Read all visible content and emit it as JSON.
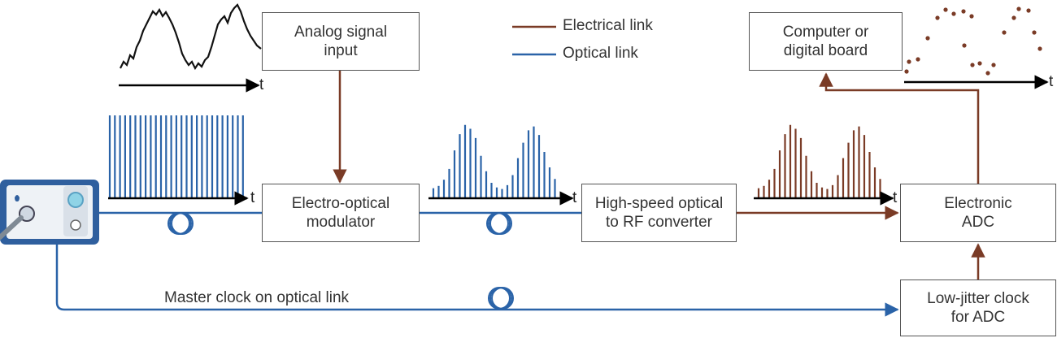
{
  "boxes": {
    "analog_input": "Analog signal\ninput",
    "computer": "Computer or\ndigital board",
    "eo_modulator": "Electro-optical\nmodulator",
    "hs_converter": "High-speed optical\nto RF converter",
    "electronic_adc": "Electronic\nADC",
    "clock_adc": "Low-jitter clock\nfor ADC"
  },
  "legend": {
    "electrical": "Electrical link",
    "optical": "Optical link"
  },
  "master_clock_label": "Master clock on optical link",
  "axis_label": "t",
  "colors": {
    "electrical": "#7a3b26",
    "optical": "#2a63a8",
    "box_border": "#555555",
    "text": "#333333"
  },
  "icons": {
    "laser_source": "laser-device-icon",
    "fiber_coil": "fiber-coil-icon"
  }
}
